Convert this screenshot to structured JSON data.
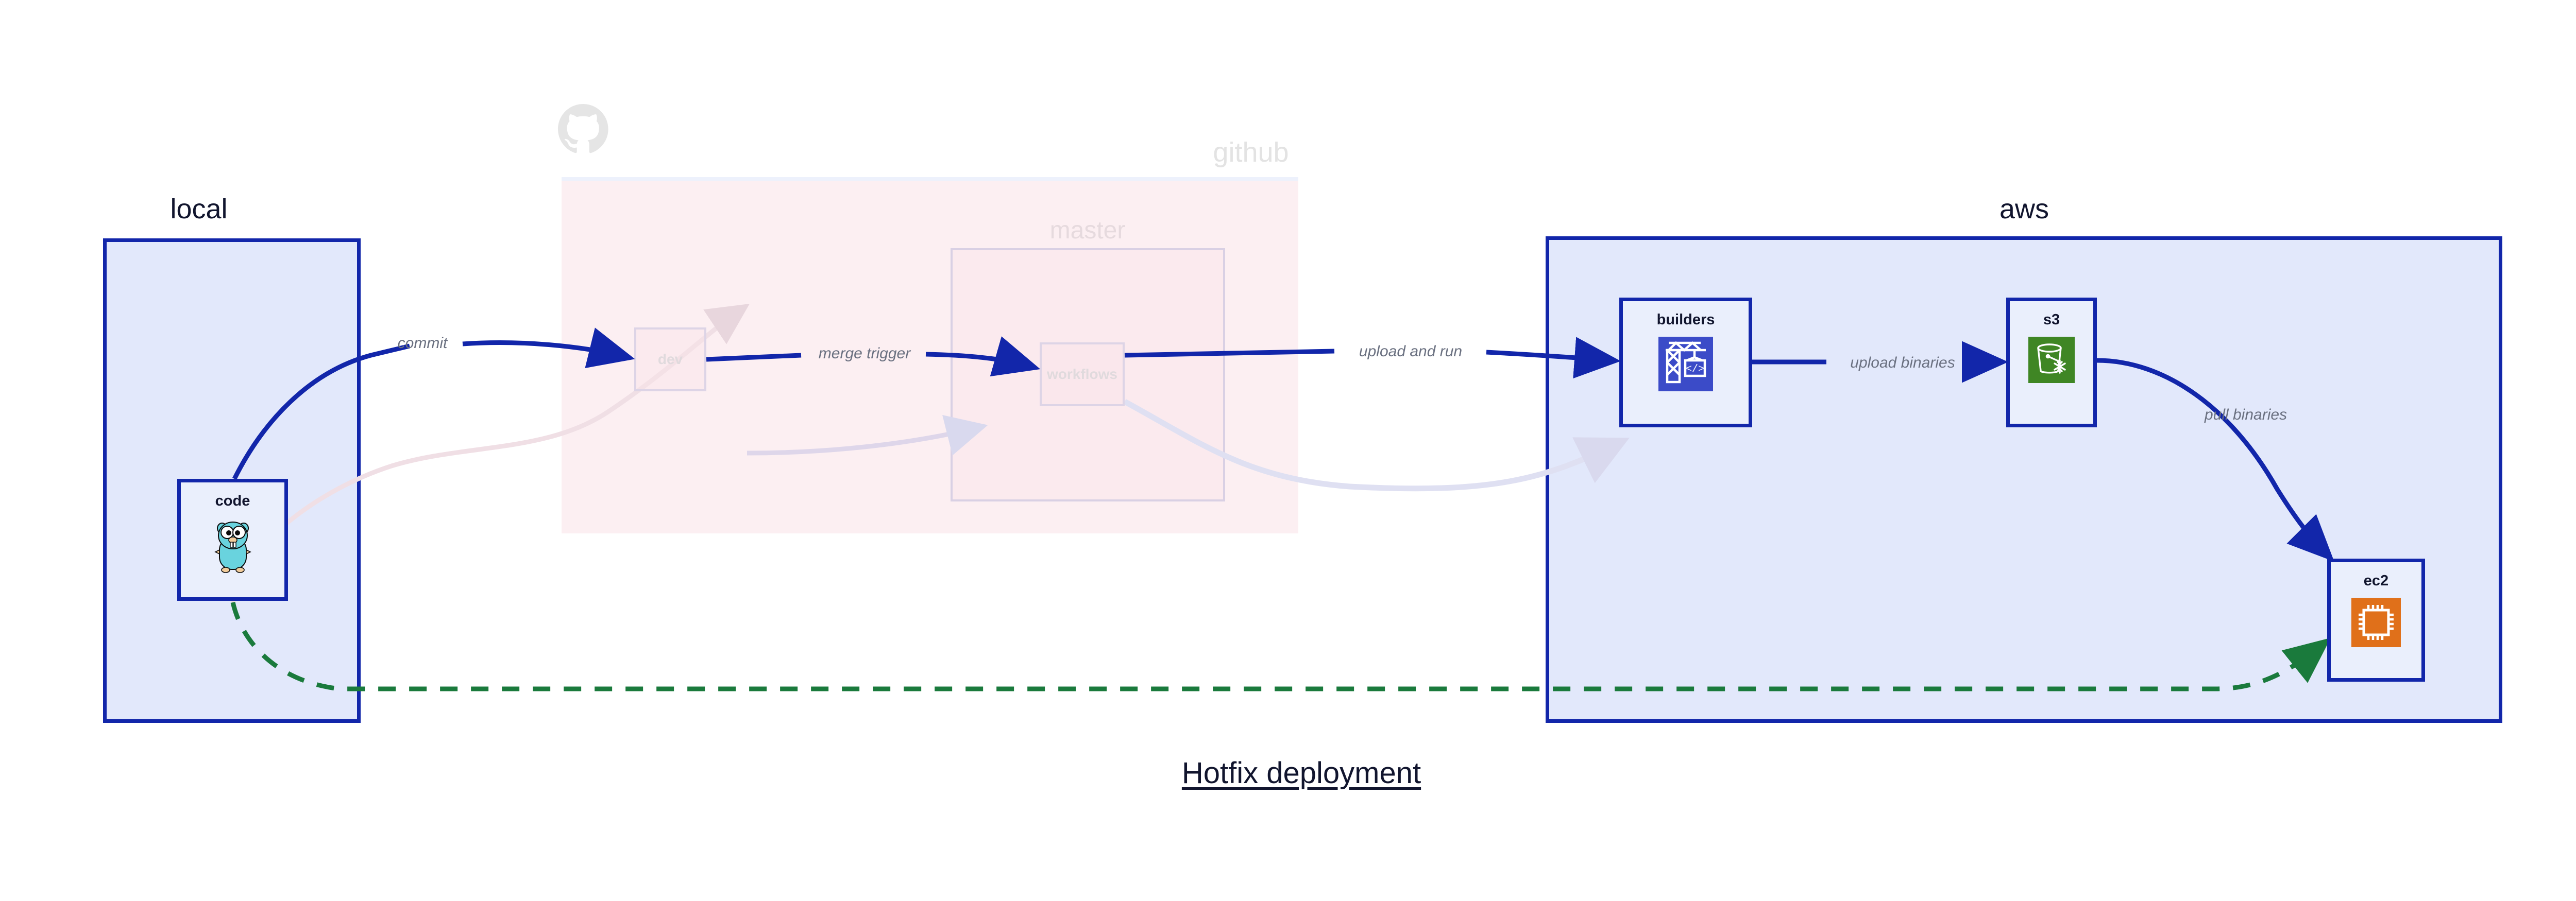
{
  "diagram": {
    "title": "Hotfix deployment",
    "type": "deployment-flow"
  },
  "groups": [
    {
      "id": "local",
      "label": "local",
      "fill": "#e2e8fb",
      "stroke": "#1226aa",
      "faded": false
    },
    {
      "id": "github",
      "label": "github",
      "fill": "#fae3e9",
      "stroke": "#dfe6fb",
      "faded": true
    },
    {
      "id": "aws",
      "label": "aws",
      "fill": "#e2e8fb",
      "stroke": "#1226aa",
      "faded": false
    }
  ],
  "github_subgroup": {
    "label": "master",
    "faded": true
  },
  "nodes": [
    {
      "id": "code",
      "label": "code",
      "icon": "go-gopher-icon",
      "group": "local",
      "faded": false
    },
    {
      "id": "dev",
      "label": "dev",
      "icon": "none",
      "group": "github",
      "faded": true
    },
    {
      "id": "workflows",
      "label": "workflows",
      "icon": "none",
      "group": "github",
      "faded": true
    },
    {
      "id": "builders",
      "label": "builders",
      "icon": "aws-codebuild-icon",
      "group": "aws",
      "faded": false,
      "icon_color": "#3b4bc8"
    },
    {
      "id": "s3",
      "label": "s3",
      "icon": "aws-s3-glacier-icon",
      "group": "aws",
      "faded": false,
      "icon_color": "#3f8624"
    },
    {
      "id": "ec2",
      "label": "ec2",
      "icon": "aws-ec2-icon",
      "group": "aws",
      "faded": false,
      "icon_color": "#e0701a"
    }
  ],
  "edges": [
    {
      "id": "commit",
      "label": "commit",
      "from": "code",
      "to": "dev",
      "style": "solid",
      "color": "#1226aa"
    },
    {
      "id": "merge-trigger",
      "label": "merge trigger",
      "from": "dev",
      "to": "workflows",
      "style": "solid",
      "color": "#1226aa"
    },
    {
      "id": "upload-and-run",
      "label": "upload and run",
      "from": "workflows",
      "to": "builders",
      "style": "solid",
      "color": "#1226aa"
    },
    {
      "id": "upload-binaries",
      "label": "upload binaries",
      "from": "builders",
      "to": "s3",
      "style": "solid",
      "color": "#1226aa"
    },
    {
      "id": "pull-binaries",
      "label": "pull binaries",
      "from": "s3",
      "to": "ec2",
      "style": "solid",
      "color": "#1226aa"
    },
    {
      "id": "hotfix-direct",
      "label": "",
      "from": "code",
      "to": "ec2",
      "style": "dashed",
      "color": "#1a7a3c"
    }
  ],
  "colors": {
    "accent_blue": "#1226aa",
    "group_blue_fill": "#e2e8fb",
    "node_fill": "#eaeffc",
    "github_pink": "#fae3e9",
    "dashed_green": "#1a7a3c",
    "label_gray": "#6a7080",
    "title_navy": "#11152e",
    "faded_gray": "#e3e3e3"
  }
}
